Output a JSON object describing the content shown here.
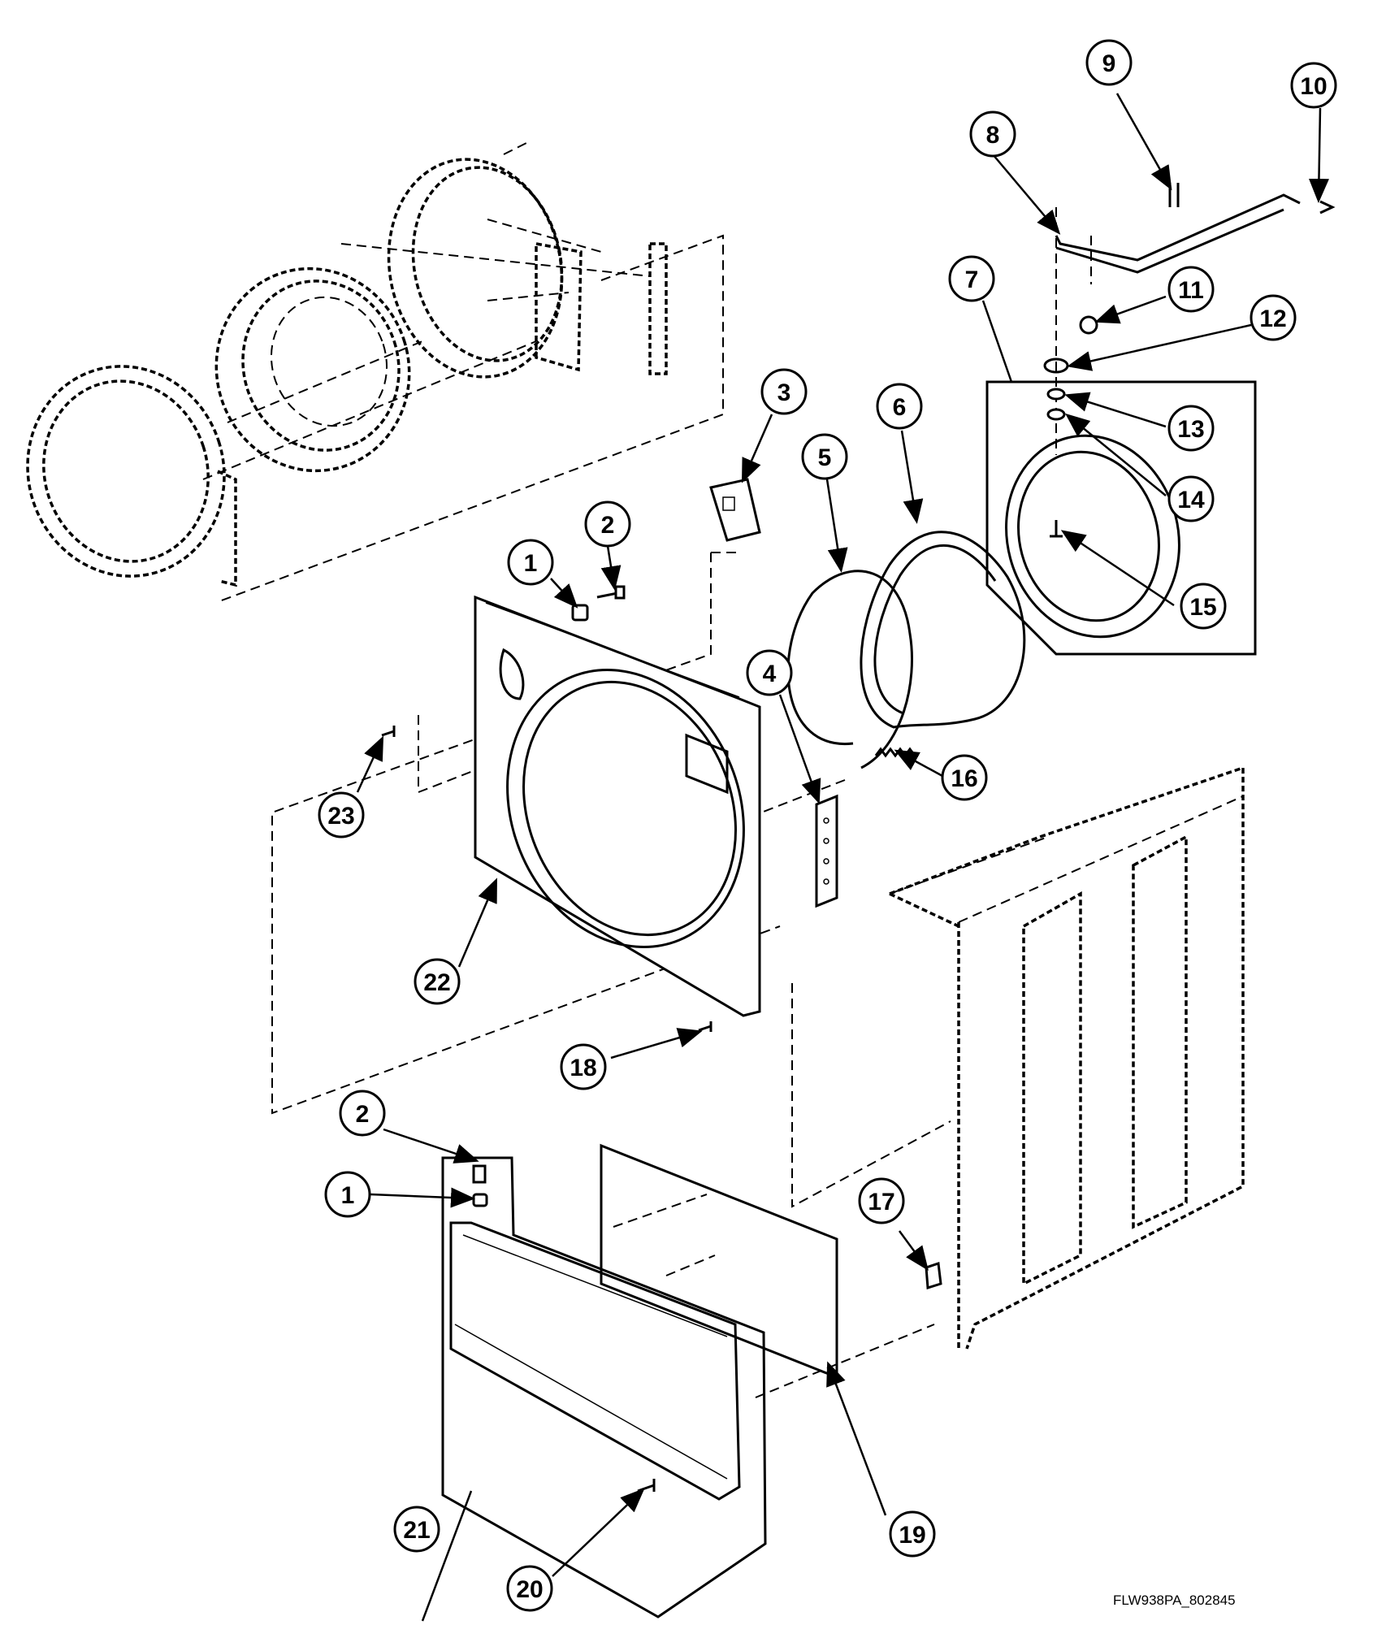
{
  "callouts": [
    "1",
    "2",
    "3",
    "4",
    "5",
    "6",
    "7",
    "8",
    "9",
    "10",
    "11",
    "12",
    "13",
    "14",
    "15",
    "16",
    "17",
    "18",
    "19",
    "20",
    "21",
    "22",
    "23",
    "2",
    "1"
  ],
  "doc_code": "FLW938PA_802845"
}
